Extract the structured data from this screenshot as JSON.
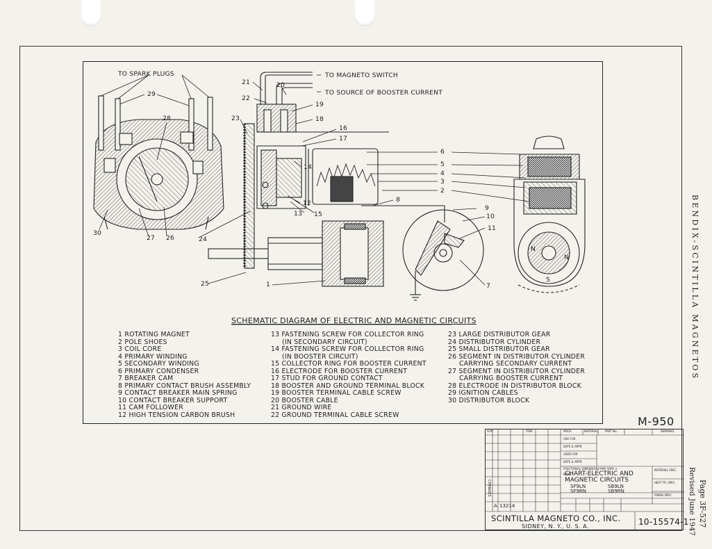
{
  "drawing": {
    "title": "SCHEMATIC DIAGRAM OF ELECTRIC AND MAGNETIC CIRCUITS",
    "number": "M-950",
    "side_title": "BENDIX-SCINTILLA MAGNETOS",
    "page": "Page 3F-527",
    "revised": "Revised June 1947"
  },
  "callouts": {
    "to_spark_plugs": "TO SPARK PLUGS",
    "to_magneto_switch": "TO MAGNETO SWITCH",
    "to_booster": "TO SOURCE OF BOOSTER CURRENT",
    "numbers": [
      "1",
      "2",
      "3",
      "4",
      "5",
      "6",
      "7",
      "8",
      "9",
      "10",
      "11",
      "12",
      "13",
      "14",
      "15",
      "16",
      "17",
      "18",
      "19",
      "20",
      "21",
      "22",
      "23",
      "24",
      "25",
      "26",
      "27",
      "28",
      "29",
      "30"
    ],
    "rotor_letters": [
      "N",
      "N",
      "S"
    ]
  },
  "legend": {
    "col1": [
      "1 ROTATING MAGNET",
      "2 POLE SHOES",
      "3 COIL CORE",
      "4 PRIMARY WINDING",
      "5 SECONDARY WINDING",
      "6 PRIMARY CONDENSER",
      "7 BREAKER CAM",
      "8 PRIMARY CONTACT BRUSH ASSEMBLY",
      "9 CONTACT BREAKER MAIN SPRING",
      "10 CONTACT BREAKER SUPPORT",
      "11 CAM FOLLOWER",
      "12 HIGH TENSION CARBON BRUSH"
    ],
    "col2": [
      "13 FASTENING SCREW FOR COLLECTOR RING",
      "(IN SECONDARY CIRCUIT)",
      "14 FASTENING SCREW FOR COLLECTOR RING",
      "(IN BOOSTER CIRCUIT)",
      "15 COLLECTOR RING FOR BOOSTER CURRENT",
      "16 ELECTRODE FOR BOOSTER CURRENT",
      "17 STUD FOR GROUND CONTACT",
      "18 BOOSTER AND GROUND TERMINAL BLOCK",
      "19 BOOSTER TERMINAL CABLE SCREW",
      "20 BOOSTER CABLE",
      "21 GROUND WIRE",
      "22 GROUND TERMINAL CABLE SCREW"
    ],
    "col3": [
      "23 LARGE DISTRIBUTOR GEAR",
      "24 DISTRIBUTOR CYLINDER",
      "25 SMALL DISTRIBUTOR GEAR",
      "26 SEGMENT IN DISTRIBUTOR CYLINDER",
      "CARRYING SECONDARY CURRENT",
      "27 SEGMENT IN DISTRIBUTOR CYLINDER",
      "CARRYING BOOSTER CURRENT",
      "28 ELECTRODE IN DISTRIBUTOR BLOCK",
      "29 IGNITION CABLES",
      "30 DISTRIBUTOR BLOCK"
    ]
  },
  "title_block": {
    "name_label": "NAME",
    "name": "CHART-ELECTRIC AND MAGNETIC CIRCUITS",
    "models_left": "SF9LN\nSF9RN",
    "models_right": "SB9LN\nSB9RN",
    "company": "SCINTILLA MAGNETO CO., INC.",
    "location": "SIDNEY, N. Y., U. S. A.",
    "dwg_number": "10-15574-1",
    "change_no": "13214",
    "header": [
      "SYM",
      "ITEM",
      "PRICE",
      "MATERIAL",
      "PART No.",
      "REMARKS"
    ],
    "rows": [
      "USE  FOR",
      "DATE & APPR.",
      "USED FOR",
      "DATE & APPR.",
      "FRACTIONAL DIMENSIONS MAY VARY ±"
    ],
    "right_labels": [
      "MATERIAL SPEC.",
      "HEAT TR. SPEC.",
      "FINISH SPEC."
    ],
    "changes_label": "CHANGES",
    "letter": "A"
  }
}
